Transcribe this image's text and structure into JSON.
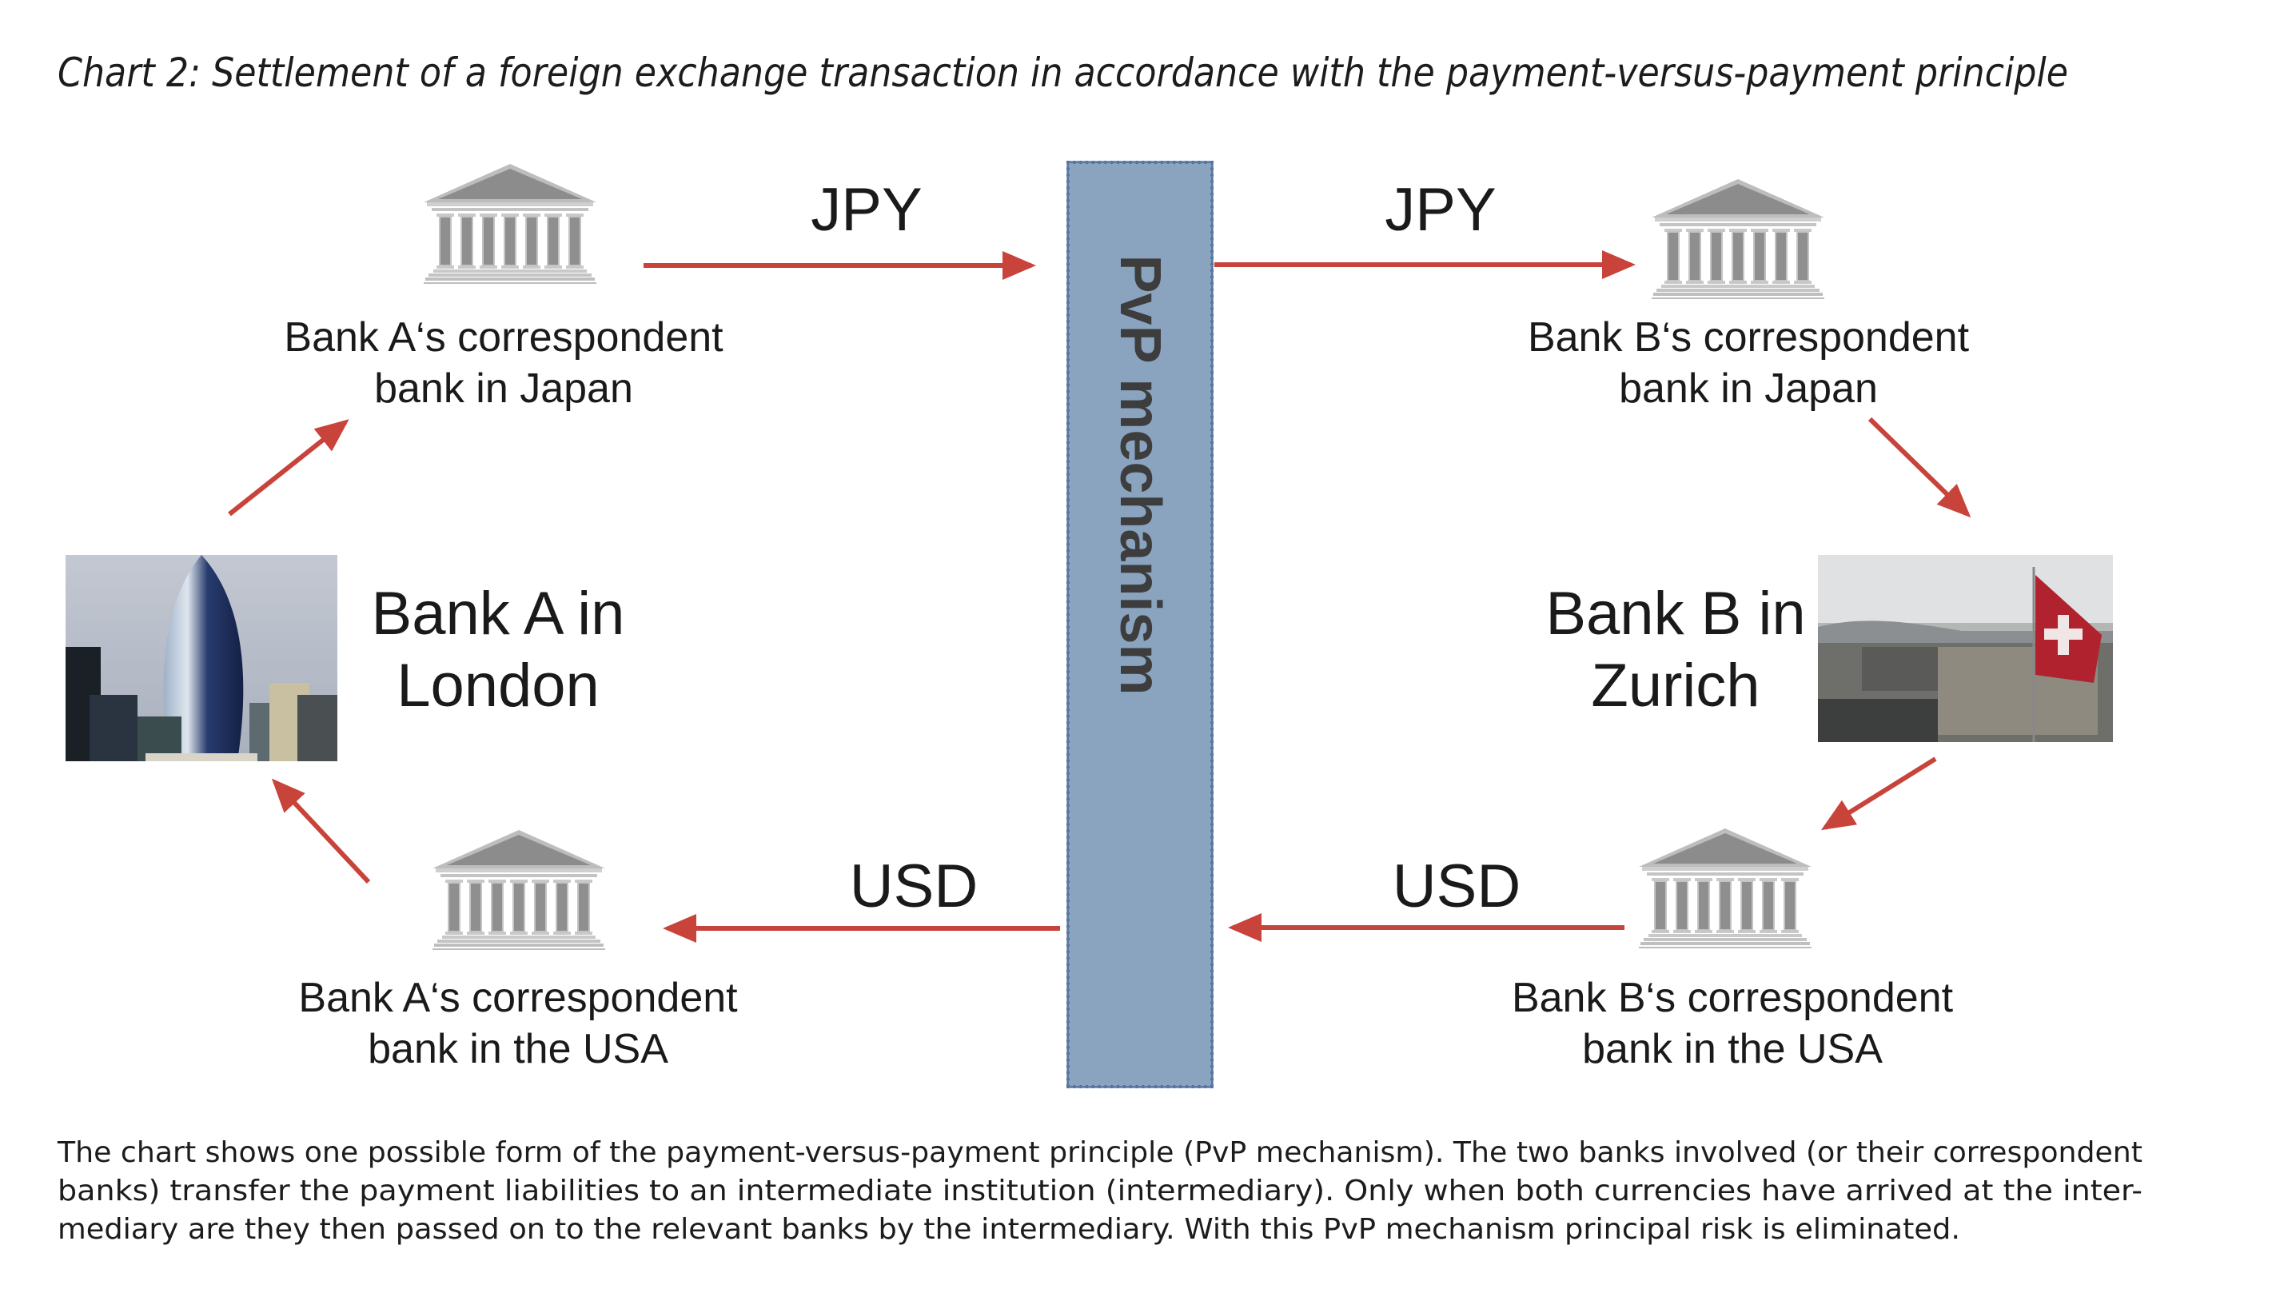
{
  "title": "Chart 2: Settlement of a foreign exchange transaction in accordance with the payment-versus-payment principle",
  "intermediary": {
    "label": "PvP mechanism"
  },
  "nodes": {
    "bank_a": {
      "line1": "Bank A in",
      "line2": "London"
    },
    "bank_b": {
      "line1": "Bank B in",
      "line2": "Zurich"
    },
    "bank_a_japan": {
      "line1": "Bank A‘s correspondent",
      "line2": "bank in Japan"
    },
    "bank_b_japan": {
      "line1": "Bank B‘s correspondent",
      "line2": "bank in Japan"
    },
    "bank_a_usa": {
      "line1": "Bank A‘s correspondent",
      "line2": "bank in the USA"
    },
    "bank_b_usa": {
      "line1": "Bank B‘s correspondent",
      "line2": "bank in the USA"
    }
  },
  "flows": {
    "jpy_in": "JPY",
    "jpy_out": "JPY",
    "usd_in": "USD",
    "usd_out": "USD"
  },
  "icons": {
    "bank": "bank-building-icon",
    "london_photo": "london-skyline-photo",
    "zurich_photo": "zurich-flag-photo"
  },
  "colors": {
    "arrow": "#c8433a",
    "pvp_fill": "#8aa4c0",
    "pvp_border": "#4a6894",
    "bank_icon": "#9a9a9a"
  },
  "caption": {
    "line1": "The chart shows one possible form of the payment-versus-payment principle (PvP mechanism). The two banks involved (or their correspondent",
    "line2": "banks) transfer the payment liabilities to an intermediate institution (intermediary). Only when both currencies have arrived at the inter-",
    "line3": "mediary are they then passed on to the relevant banks by the intermediary. With this PvP mechanism principal risk is eliminated."
  }
}
